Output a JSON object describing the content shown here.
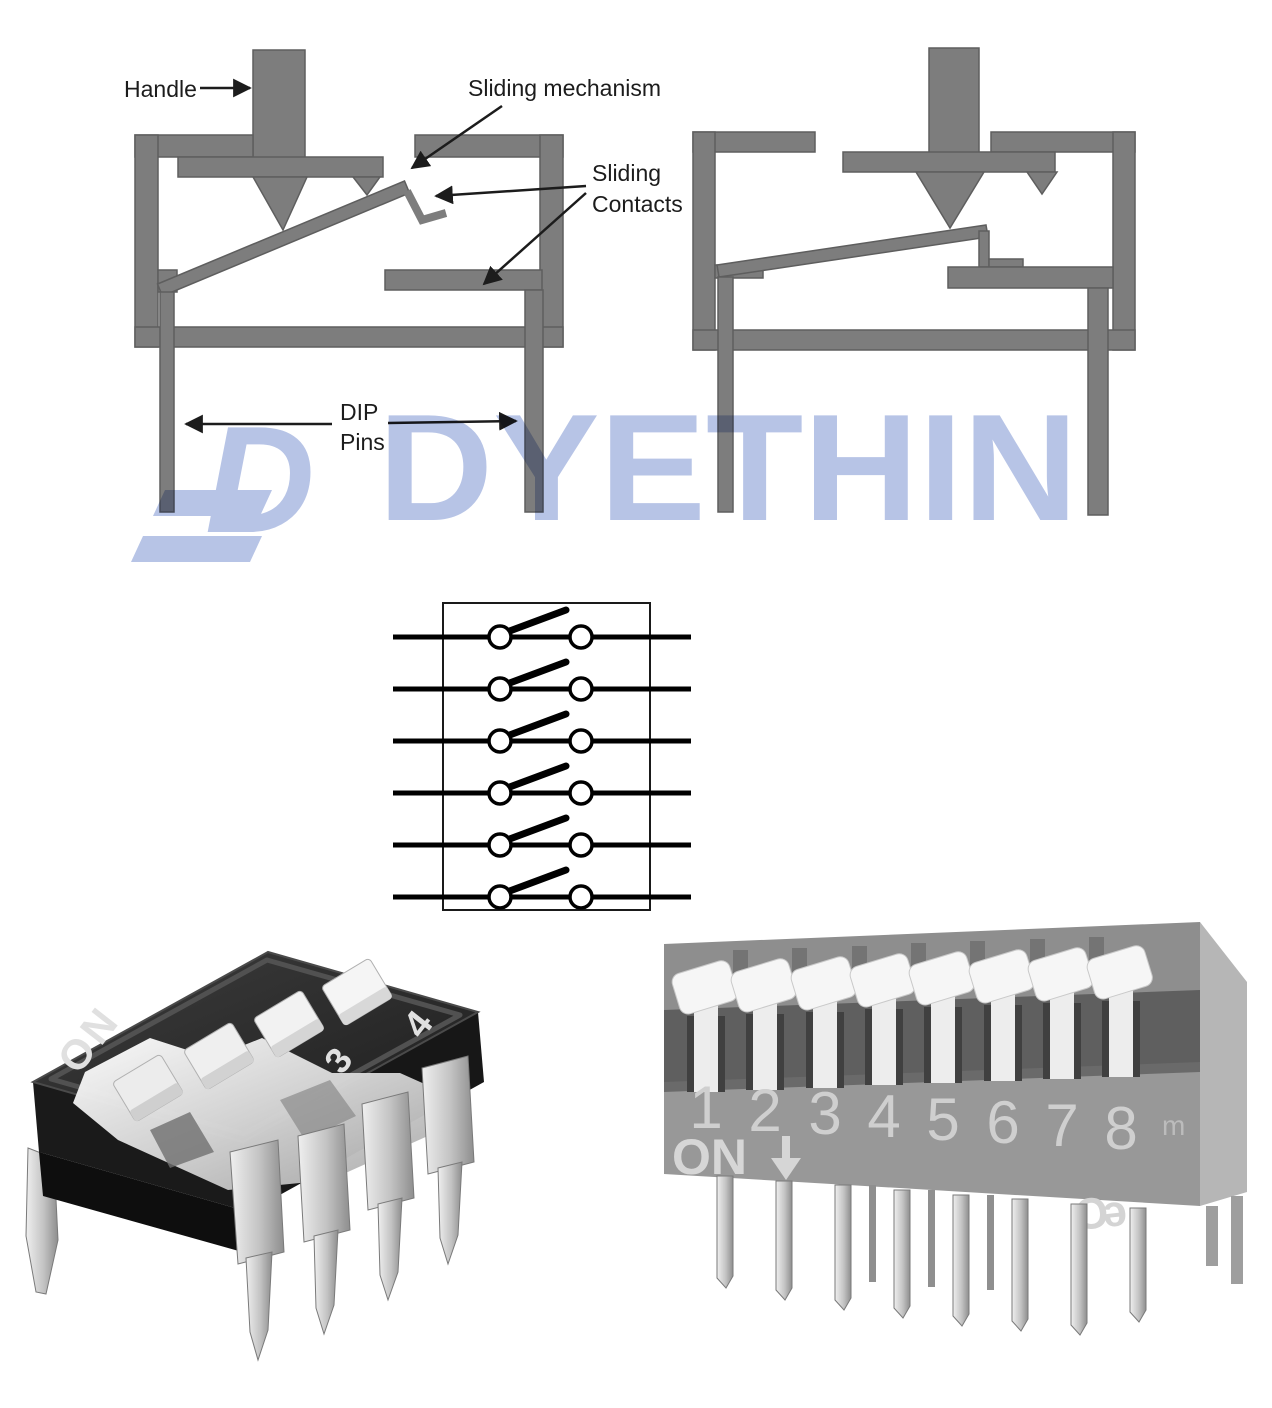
{
  "cross_section": {
    "fill_color": "#7d7d7d",
    "labels": {
      "handle": "Handle",
      "sliding_mechanism": "Sliding mechanism",
      "sliding_contacts": [
        "Sliding",
        "Contacts"
      ],
      "dip_pins": [
        "DIP",
        "Pins"
      ]
    }
  },
  "watermark": {
    "text": "DYETHIN",
    "color": "#b7c4e6",
    "logo_icon": "dyethin-double-d-logo"
  },
  "schematic": {
    "rows": 6,
    "type": "six-pole open slide switch schematic"
  },
  "black_switch": {
    "on_label": "ON",
    "visible_numbers": [
      "3",
      "4"
    ]
  },
  "piano_switch": {
    "numbers": [
      "1",
      "2",
      "3",
      "4",
      "5",
      "6",
      "7",
      "8"
    ],
    "on_label": "ON",
    "down_arrow_icon": "down-arrow",
    "maker_logo_glyph": "Ɔǝ",
    "faint_mark": "m"
  }
}
